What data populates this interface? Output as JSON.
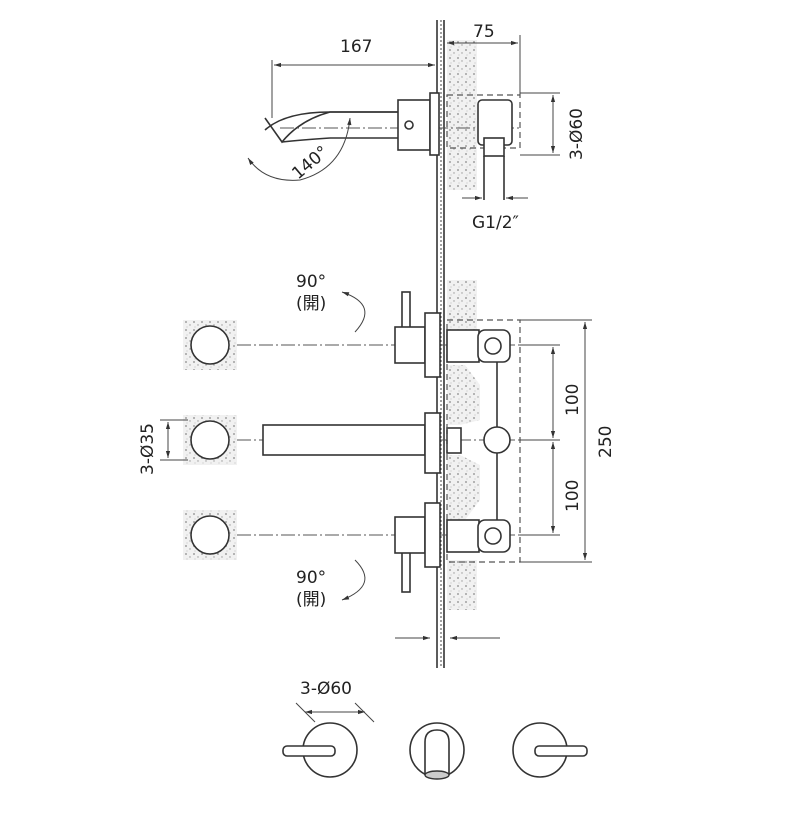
{
  "drawing": {
    "side_view": {
      "spout_length": "167",
      "body_depth": "75",
      "escutcheon_diameter": "3-Ø60",
      "spout_angle": "140°",
      "inlet_thread": "G1/2″"
    },
    "front_view": {
      "hole_diameter": "3-Ø35",
      "spacing_upper": "100",
      "spacing_lower": "100",
      "total_span": "250",
      "rotation_top": "90°",
      "rotation_top_note": "(開)",
      "rotation_bottom": "90°",
      "rotation_bottom_note": "(開)"
    },
    "plan_view": {
      "escutcheon_diameter": "3-Ø60"
    }
  }
}
